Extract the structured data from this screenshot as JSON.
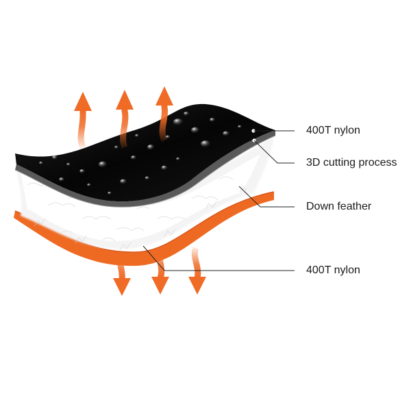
{
  "labels": {
    "top_nylon": "400T nylon",
    "cutting_process": "3D cutting process",
    "down_feather": "Down feather",
    "bottom_nylon": "400T nylon"
  },
  "colors": {
    "outer_shell": "#0d0d0d",
    "outer_shell_edge": "#5a5a5a",
    "down_fill": "#f7f7f7",
    "inner_lining": "#ee6a23",
    "heat_arrow": "#ef6b26",
    "leader_line": "#222222",
    "label_text": "#1a1a1a"
  },
  "icons": {
    "up_arrows": "heat-rising-arrow-icon",
    "down_arrows": "heat-reflect-arrow-icon",
    "water_drops": "water-droplet-icon"
  }
}
